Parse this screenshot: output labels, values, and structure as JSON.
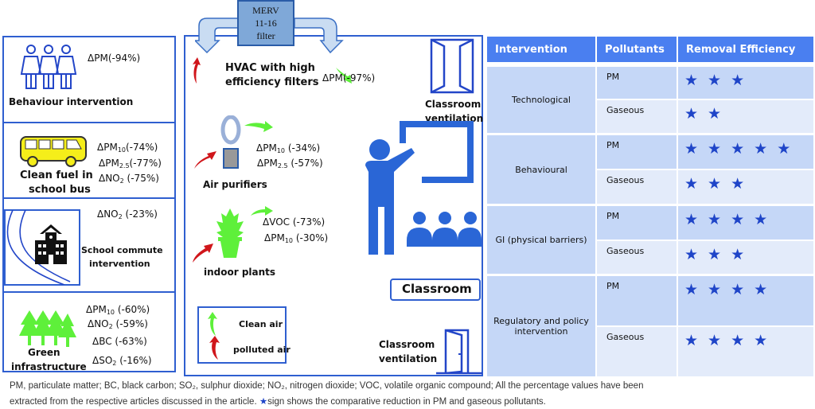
{
  "left": {
    "behaviour": {
      "label": "Behaviour intervention",
      "effects": [
        {
          "pre": "ΔPM",
          "sub": "",
          "post": "(-94%)"
        }
      ]
    },
    "bus": {
      "label1": "Clean fuel in",
      "label2": "school bus",
      "effects": [
        {
          "pre": "ΔPM",
          "sub": "10",
          "post": "(-74%)"
        },
        {
          "pre": "ΔPM",
          "sub": "2.5",
          "post": "(-77%)"
        },
        {
          "pre": "ΔNO",
          "sub": "2",
          "post": " (-75%)"
        }
      ]
    },
    "commute": {
      "label1": "School commute",
      "label2": "intervention",
      "effects": [
        {
          "pre": "ΔNO",
          "sub": "2",
          "post": " (-23%)"
        }
      ]
    },
    "green": {
      "label1": "Green",
      "label2": "infrastructure",
      "effects": [
        {
          "pre": "ΔPM",
          "sub": "10",
          "post": " (-60%)"
        },
        {
          "pre": "ΔNO",
          "sub": "2",
          "post": " (-59%)"
        },
        {
          "pre": "ΔBC",
          "sub": "",
          "post": " (-63%)"
        },
        {
          "pre": "ΔSO",
          "sub": "2",
          "post": " (-16%)"
        }
      ]
    }
  },
  "center": {
    "filter": [
      "MERV",
      "11-16",
      "filter"
    ],
    "hvac": [
      "HVAC with high",
      "efficiency filters"
    ],
    "hvac_effect": {
      "pre": "ΔPM",
      "sub": "",
      "post": "(-97%)"
    },
    "ventilation_top": [
      "Classroom",
      "ventilation"
    ],
    "purifier_label": "Air purifiers",
    "purifier_effects": [
      {
        "pre": "ΔPM",
        "sub": "10",
        "post": " (-34%)"
      },
      {
        "pre": "ΔPM",
        "sub": "2.5",
        "post": " (-57%)"
      }
    ],
    "plants_label": "indoor plants",
    "plants_effects": [
      {
        "pre": "ΔVOC",
        "sub": "",
        "post": " (-73%)"
      },
      {
        "pre": "ΔPM",
        "sub": "10",
        "post": " (-30%)"
      }
    ],
    "classroom": "Classroom",
    "ventilation_bottom": [
      "Classroom",
      "ventilation"
    ],
    "legend": {
      "clean": "Clean air",
      "polluted": "polluted air",
      "clean_color": "#5ef03a",
      "polluted_color": "#d0161b"
    }
  },
  "table": {
    "headers": [
      "Intervention",
      "Pollutants",
      "Removal Efficiency"
    ],
    "groups": [
      {
        "name": "Technological",
        "rows": [
          {
            "pollutant": "PM",
            "stars": 3
          },
          {
            "pollutant": "Gaseous",
            "stars": 2
          }
        ]
      },
      {
        "name": "Behavioural",
        "rows": [
          {
            "pollutant": "PM",
            "stars": 5
          },
          {
            "pollutant": "Gaseous",
            "stars": 3
          }
        ]
      },
      {
        "name": "GI (physical barriers)",
        "rows": [
          {
            "pollutant": "PM",
            "stars": 4
          },
          {
            "pollutant": "Gaseous",
            "stars": 3
          }
        ]
      },
      {
        "name": "Regulatory and policy intervention",
        "rows": [
          {
            "pollutant": "PM",
            "stars": 4
          },
          {
            "pollutant": "Gaseous",
            "stars": 4
          }
        ]
      }
    ]
  },
  "footer": {
    "line1": "PM, particulate matter; BC, black carbon; SO₂, sulphur dioxide; NO₂, nitrogen dioxide; VOC, volatile organic compound; All the percentage values have been",
    "line2a": "extracted from the respective articles discussed in the article. ",
    "line2b": "sign shows the comparative reduction in PM and gaseous pollutants."
  },
  "colors": {
    "border": "#2f5fd0",
    "header": "#4a7ff0",
    "star": "#1f45c8",
    "icon": "#2346c8",
    "green": "#5ef03a",
    "bus": "#f5ee1a"
  }
}
